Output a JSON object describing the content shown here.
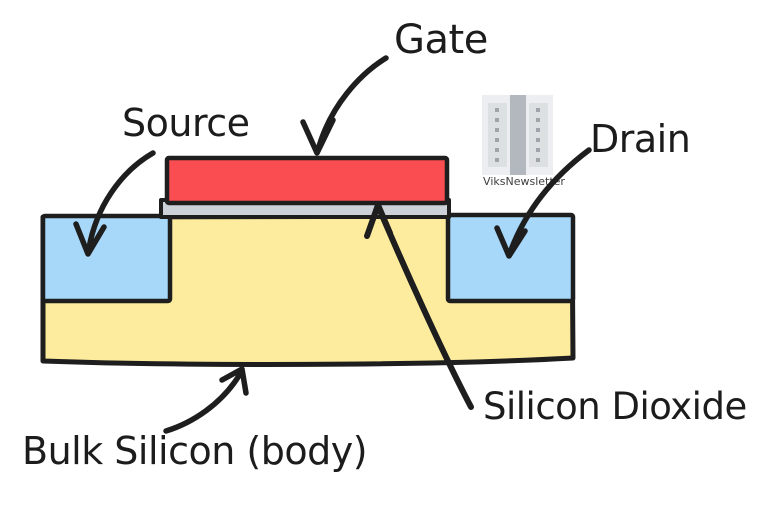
{
  "labels": {
    "gate": "Gate",
    "source": "Source",
    "drain": "Drain",
    "silicon_dioxide": "Silicon Dioxide",
    "bulk_silicon": "Bulk Silicon (body)"
  },
  "watermark": {
    "text": "ViksNewsletter"
  },
  "colors": {
    "background": "#FFFFFF",
    "outline": "#1E1E1E",
    "gate": "#FA4D51",
    "oxide": "#CDD2D8",
    "source_drain": "#A7D8FA",
    "body": "#FDEC9E",
    "label_text": "#1C1C1C",
    "watermark_text": "#3F3F3F",
    "logo_background": "#ECEEF1",
    "logo_center_bar": "#B3B7BE",
    "logo_side_bar": "#DDE0E3",
    "logo_dot": "#9FA3AA"
  }
}
